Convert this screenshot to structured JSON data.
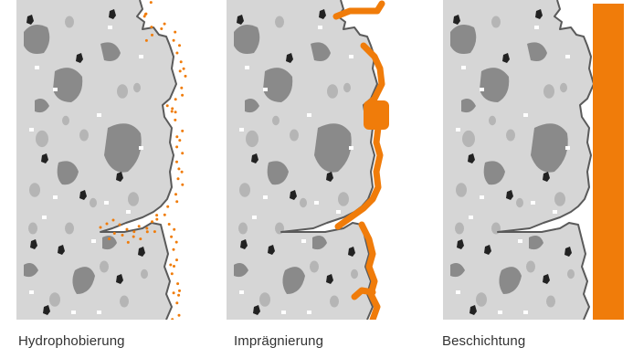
{
  "panels": [
    {
      "caption": "Hydrophobierung",
      "treatment": "dots"
    },
    {
      "caption": "Imprägnierung",
      "treatment": "band"
    },
    {
      "caption": "Beschichtung",
      "treatment": "coating"
    }
  ],
  "colors": {
    "concrete": "#d6d6d6",
    "aggregate_dark": "#8a8a8a",
    "aggregate_medium": "#b5b5b5",
    "aggregate_black": "#222222",
    "aggregate_white": "#ffffff",
    "outline": "#5a5a5a",
    "treatment": "#f07c0a",
    "caption_text": "#333333"
  }
}
